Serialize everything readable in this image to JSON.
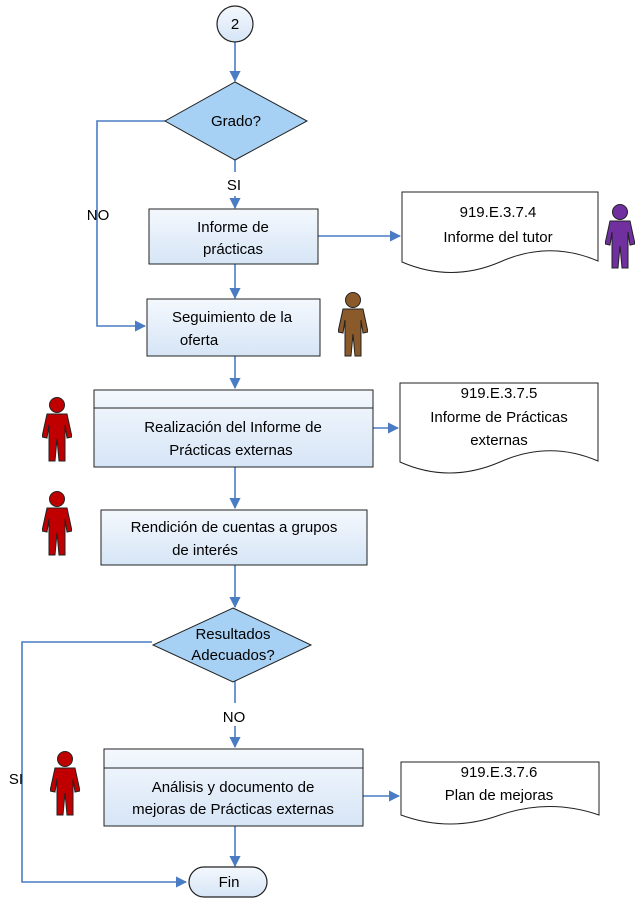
{
  "connector_start": "2",
  "decision_grado": "Grado?",
  "label_si_1": "SI",
  "label_no_1": "NO",
  "process_informe": [
    "Informe de",
    "prácticas"
  ],
  "doc_tutor": [
    "919.E.3.7.4",
    "Informe del tutor"
  ],
  "process_seguimiento": [
    "Seguimiento de la",
    "oferta"
  ],
  "process_realizacion": [
    "Realización del Informe de",
    "Prácticas externas"
  ],
  "doc_practicas": [
    "919.E.3.7.5",
    "Informe de Prácticas",
    "externas"
  ],
  "process_rendicion": [
    "Rendición de cuentas a grupos",
    "de interés"
  ],
  "decision_resultados": [
    "Resultados",
    "Adecuados?"
  ],
  "label_no_2": "NO",
  "label_si_2": "SI",
  "process_analisis": [
    "Análisis y documento de",
    "mejoras de Prácticas externas"
  ],
  "doc_mejoras": [
    "919.E.3.7.6",
    "Plan de mejoras"
  ],
  "terminal_fin": "Fin",
  "colors": {
    "decision_fill": "#a7d1f4",
    "process_fill_top": "#f4f8fd",
    "process_fill_bottom": "#d6e5f6",
    "arrow": "#4a7cc4",
    "actor_purple": "#7030a0",
    "actor_brown": "#8b5a2b",
    "actor_red": "#c00000"
  },
  "icons": [
    "person-icon-purple",
    "person-icon-brown",
    "person-icon-red"
  ]
}
